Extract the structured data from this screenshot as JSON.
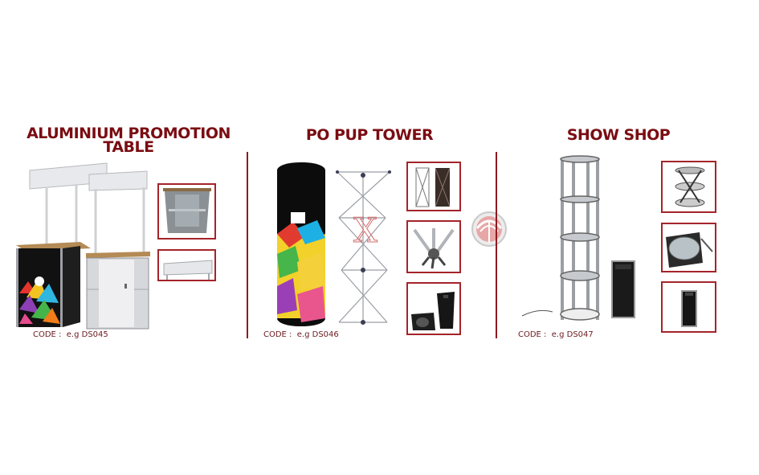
{
  "colors": {
    "title": "#7a0d12",
    "code": "#6b1a1d",
    "divider": "#8c1a1f",
    "frame": "#a4242a"
  },
  "products": [
    {
      "title_line1": "ALUMINIUM PROMOTION",
      "title_line2": "TABLE",
      "code_label": "CODE :",
      "code_value": "e.g DS045",
      "thumbnails": [
        "shelf-cabinet",
        "header-panel"
      ]
    },
    {
      "title_line1": "PO PUP TOWER",
      "code_label": "CODE :",
      "code_value": "e.g DS046",
      "thumbnails": [
        "folded-frames",
        "frame-joint",
        "carry-case"
      ]
    },
    {
      "title_line1": "SHOW SHOP",
      "code_label": "CODE :",
      "code_value": "e.g DS047",
      "thumbnails": [
        "folded-tower",
        "round-shelf-case",
        "tower-case"
      ]
    }
  ],
  "watermark": {
    "letter": "X"
  }
}
